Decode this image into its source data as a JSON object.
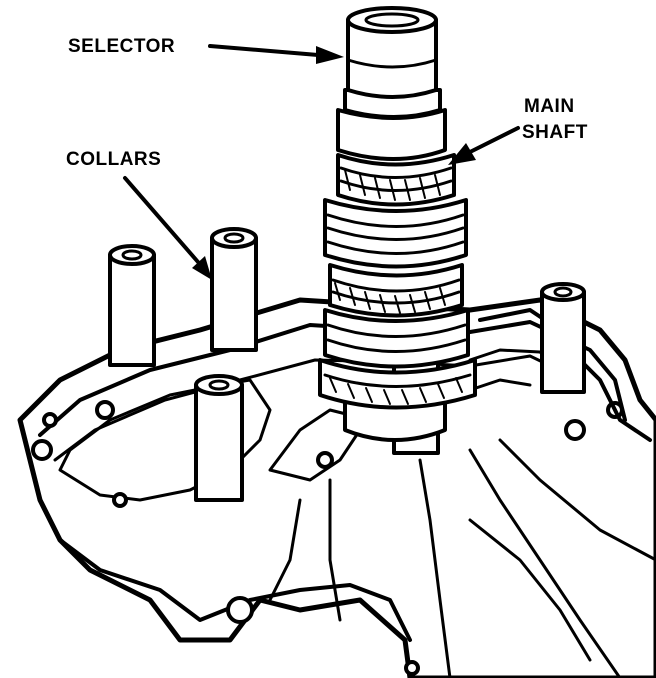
{
  "diagram": {
    "labels": {
      "selector": "SELECTOR",
      "collars": "COLLARS",
      "main_shaft_line1": "MAIN",
      "main_shaft_line2": "SHAFT"
    }
  },
  "colors": {
    "ink": "#000000",
    "paper": "#ffffff"
  },
  "icons": [
    "arrow-selector-icon",
    "arrow-collars-icon",
    "arrow-main-shaft-icon"
  ]
}
